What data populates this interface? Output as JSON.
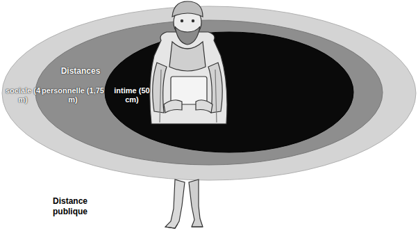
{
  "diagram": {
    "nodes": [
      {
        "text": [
          "sociale (4 m)"
        ]
      },
      {
        "text": [
          "personnelle (1,75 m)"
        ],
        "in": 0
      },
      {
        "text": [
          "intime (50 cm)"
        ],
        "in": 1
      }
    ],
    "labels": [
      "Distances",
      "Distance publique"
    ]
  }
}
